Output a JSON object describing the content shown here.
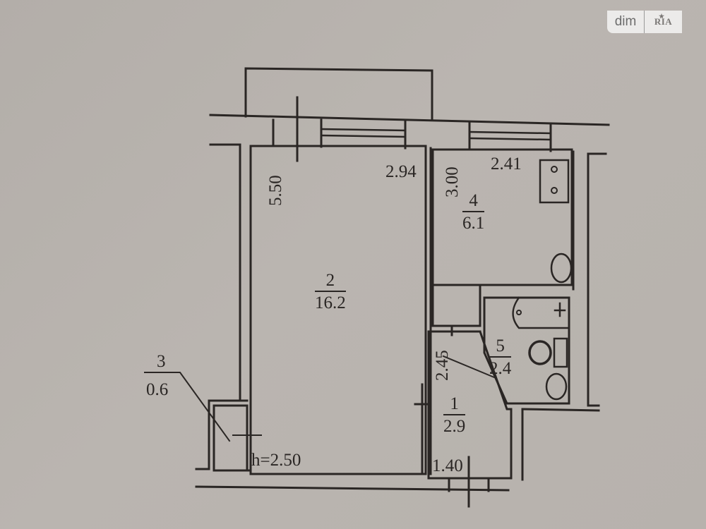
{
  "watermark": {
    "brand_left": "dim",
    "brand_right": "RIA",
    "star_icon": "★"
  },
  "colors": {
    "paper": "#b5b0ab",
    "ink": "#2a2624",
    "watermark_bg": "#ecebea"
  },
  "floor_plan": {
    "ceiling_height": "h=2.50",
    "rooms": [
      {
        "number": "1",
        "area": "2.9",
        "label_num": "1",
        "label_area": "2.9"
      },
      {
        "number": "2",
        "area": "16.2",
        "label_num": "2",
        "label_area": "16.2"
      },
      {
        "number": "3",
        "area": "0.6",
        "label_num": "3",
        "label_area": "0.6"
      },
      {
        "number": "4",
        "area": "6.1",
        "label_num": "4",
        "label_area": "6.1"
      },
      {
        "number": "5",
        "area": "2.4",
        "label_num": "5",
        "label_area": "2.4"
      }
    ],
    "dimensions": {
      "room2_length": "5.50",
      "room2_width": "2.94",
      "room4_length": "3.00",
      "room4_width": "2.41",
      "room1_length": "2.45",
      "room1_width": "1.40"
    }
  }
}
